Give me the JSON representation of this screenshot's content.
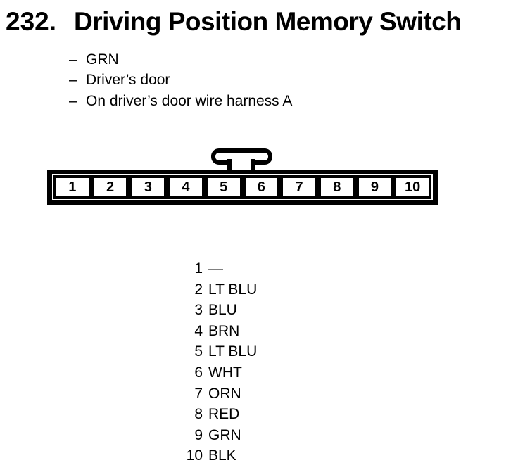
{
  "colors": {
    "ink": "#000000",
    "background": "#ffffff"
  },
  "title": {
    "number": "232.",
    "text": "Driving Position Memory Switch"
  },
  "notes": {
    "dash": "–",
    "items": [
      "GRN",
      "Driver’s door",
      "On driver’s door wire harness A"
    ]
  },
  "connector": {
    "pins": [
      "1",
      "2",
      "3",
      "4",
      "5",
      "6",
      "7",
      "8",
      "9",
      "10"
    ]
  },
  "pins": [
    {
      "pin": "1",
      "color": "—"
    },
    {
      "pin": "2",
      "color": "LT BLU"
    },
    {
      "pin": "3",
      "color": "BLU"
    },
    {
      "pin": "4",
      "color": "BRN"
    },
    {
      "pin": "5",
      "color": "LT BLU"
    },
    {
      "pin": "6",
      "color": "WHT"
    },
    {
      "pin": "7",
      "color": "ORN"
    },
    {
      "pin": "8",
      "color": "RED"
    },
    {
      "pin": "9",
      "color": "GRN"
    },
    {
      "pin": "10",
      "color": "BLK"
    }
  ]
}
